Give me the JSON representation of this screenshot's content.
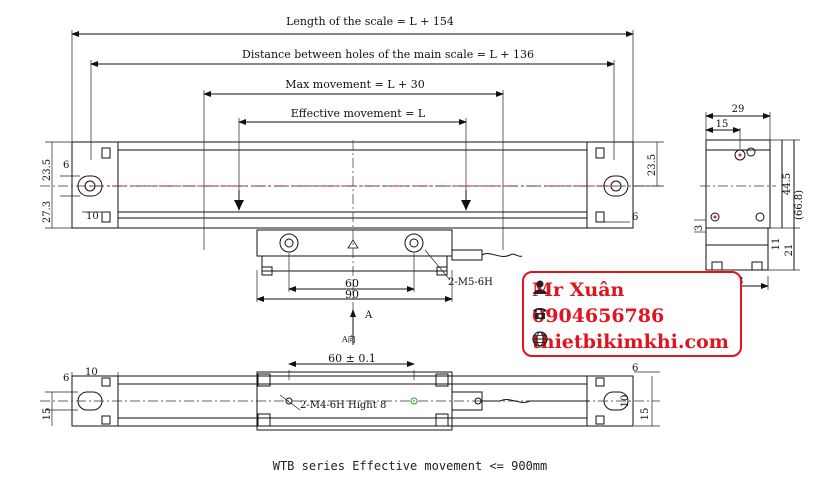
{
  "dimensions": {
    "length_scale": "Length of the scale = L + 154",
    "distance_holes": "Distance between holes of the main scale = L + 136",
    "max_movement": "Max movement = L + 30",
    "effective_movement": "Effective movement = L",
    "d_23_5_left": "23.5",
    "d_27_3": "27.3",
    "d_6_left": "6",
    "d_10_left": "10",
    "d_23_5_right": "23.5",
    "d_6_right": "6",
    "d_60": "60",
    "d_90": "90",
    "thread_m5": "2-M5-6H",
    "side_29": "29",
    "side_15": "15",
    "side_44_5": "44.5",
    "side_66_8": "(66.8)",
    "side_3": "3",
    "side_11": "11",
    "side_21": "21",
    "side_28": "28",
    "arrow_a": "A",
    "view_a": "A向",
    "d_60_tol": "60 ± 0.1",
    "bottom_6_left": "6",
    "bottom_10_left": "10",
    "bottom_15_left": "15",
    "bottom_6_right": "6",
    "bottom_10_right": "10",
    "bottom_15_right": "15",
    "thread_m4": "2-M4-6H  Hight 8"
  },
  "contact": {
    "name": "Mr Xuân",
    "phone": "0904656786",
    "website": "thietbikimkhi.com",
    "color": "#e0141e"
  },
  "caption": "WTB series Effective movement <= 900mm"
}
